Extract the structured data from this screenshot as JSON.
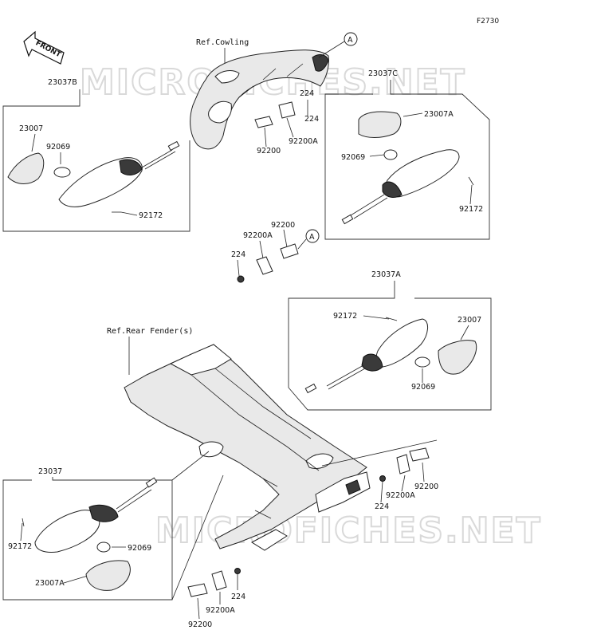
{
  "figure_code": "F2730",
  "watermark": "MICROFICHES.NET",
  "front_label": "FRONT",
  "refs": {
    "cowling": "Ref.Cowling",
    "rear_fender": "Ref.Rear Fender(s)"
  },
  "callout": "A",
  "groups": {
    "front_left": {
      "assembly": "23037B",
      "lens": "23007",
      "bulb": "92069",
      "screw": "92172"
    },
    "front_right": {
      "assembly": "23037C",
      "lens": "23007A",
      "bulb": "92069",
      "screw": "92172"
    },
    "rear_right": {
      "assembly": "23037A",
      "lens": "23007",
      "bulb": "92069",
      "screw": "92172"
    },
    "rear_left": {
      "assembly": "23037",
      "lens": "23007A",
      "bulb": "92069",
      "screw": "92172"
    }
  },
  "hardware": {
    "front_top": {
      "bolt": "224",
      "plate": "92200",
      "bracket": "92200A"
    },
    "front_mid": {
      "bolt": "224",
      "plate": "92200",
      "bracket": "92200A"
    },
    "rear_right": {
      "bolt": "224",
      "plate": "92200",
      "bracket": "92200A"
    },
    "rear_bottom": {
      "bolt": "224",
      "plate": "92200",
      "bracket": "92200A"
    }
  }
}
